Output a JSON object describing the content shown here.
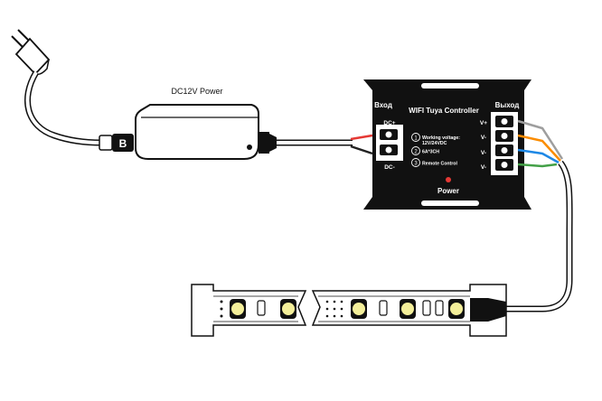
{
  "power_supply": {
    "label": "DC12V Power"
  },
  "controller": {
    "title": "WIFI Tuya Controller",
    "input_title": "Вход",
    "output_title": "Выход",
    "dc_plus": "DC+",
    "dc_minus": "DC-",
    "specs": [
      {
        "num": "1",
        "text": "Working voltage:"
      },
      {
        "num": "",
        "text": "12V/24VDC"
      },
      {
        "num": "2",
        "text": "6A*3CH"
      },
      {
        "num": "3",
        "text": "Remote Control"
      }
    ],
    "power_label": "Power",
    "output_pins": [
      "V+",
      "V-",
      "V-",
      "V-"
    ]
  },
  "colors": {
    "body": "#111111",
    "wire_red": "#e53935",
    "wire_black": "#222222",
    "wire_blue": "#1e88e5",
    "wire_green": "#43a047",
    "wire_orange": "#fb8c00",
    "wire_grey": "#9e9e9e",
    "led_yellow": "#f4ef9a",
    "led_indicator": "#e53935"
  }
}
